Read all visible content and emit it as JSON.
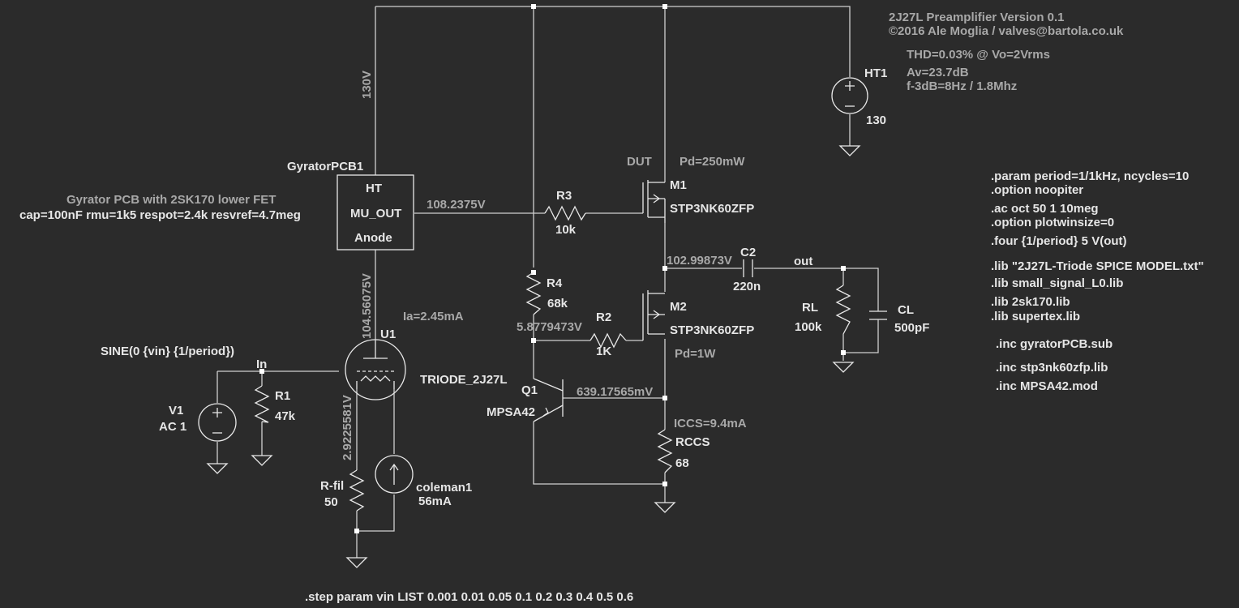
{
  "title_block": {
    "title": "2J27L Preamplifier Version 0.1",
    "copyright": "©2016 Ale Moglia / valves@bartola.co.uk",
    "thd": "THD=0.03% @ Vo=2Vrms",
    "gain": "Av=23.7dB",
    "bandwidth": "f-3dB=8Hz / 1.8Mhz"
  },
  "directives": [
    ".param period=1/1kHz, ncycles=10",
    ".option noopiter",
    ".ac oct 50 1 10meg",
    ".option plotwinsize=0",
    ".four {1/period} 5 V(out)",
    ".lib \"2J27L-Triode SPICE MODEL.txt\"",
    ".lib small_signal_L0.lib",
    ".lib 2sk170.lib",
    ".lib supertex.lib",
    ".inc gyratorPCB.sub",
    ".inc stp3nk60zfp.lib",
    ".inc MPSA42.mod"
  ],
  "step": ".step param vin LIST 0.001 0.01 0.05 0.1 0.2 0.3 0.4 0.5 0.6",
  "components": {
    "ht1": {
      "name": "HT1",
      "value": "130"
    },
    "gyrator": {
      "name": "GyratorPCB1",
      "pin_ht": "HT",
      "pin_mu": "MU_OUT",
      "pin_anode": "Anode",
      "comment": "Gyrator PCB with 2SK170 lower FET",
      "params": "cap=100nF rmu=1k5 respot=2.4k resvref=4.7meg"
    },
    "r3": {
      "name": "R3",
      "value": "10k"
    },
    "m1": {
      "name": "M1",
      "model": "STP3NK60ZFP",
      "tag": "DUT",
      "power": "Pd=250mW"
    },
    "m2": {
      "name": "M2",
      "model": "STP3NK60ZFP",
      "power": "Pd=1W"
    },
    "r4": {
      "name": "R4",
      "value": "68k"
    },
    "r2": {
      "name": "R2",
      "value": "1K"
    },
    "c2": {
      "name": "C2",
      "value": "220n"
    },
    "rl": {
      "name": "RL",
      "value": "100k"
    },
    "cl": {
      "name": "CL",
      "value": "500pF"
    },
    "q1": {
      "name": "Q1",
      "model": "MPSA42"
    },
    "rccs": {
      "name": "RCCS",
      "value": "68",
      "current": "ICCS=9.4mA"
    },
    "u1": {
      "name": "U1",
      "model": "TRIODE_2J27L",
      "current": "Ia=2.45mA"
    },
    "v1": {
      "name": "V1",
      "value": "AC 1",
      "source": "SINE(0 {vin} {1/period})"
    },
    "r1": {
      "name": "R1",
      "value": "47k"
    },
    "rfil": {
      "name": "R-fil",
      "value": "50"
    },
    "coleman": {
      "name": "coleman1",
      "value": "56mA"
    }
  },
  "nets": {
    "in": "In",
    "out": "out"
  },
  "voltages": {
    "ht": "130V",
    "mu_out": "108.2375V",
    "anode": "104.56075V",
    "out_node": "102.99873V",
    "r4_node": "5.8779473V",
    "emitter": "639.17565mV",
    "filament": "2.9225581V"
  }
}
